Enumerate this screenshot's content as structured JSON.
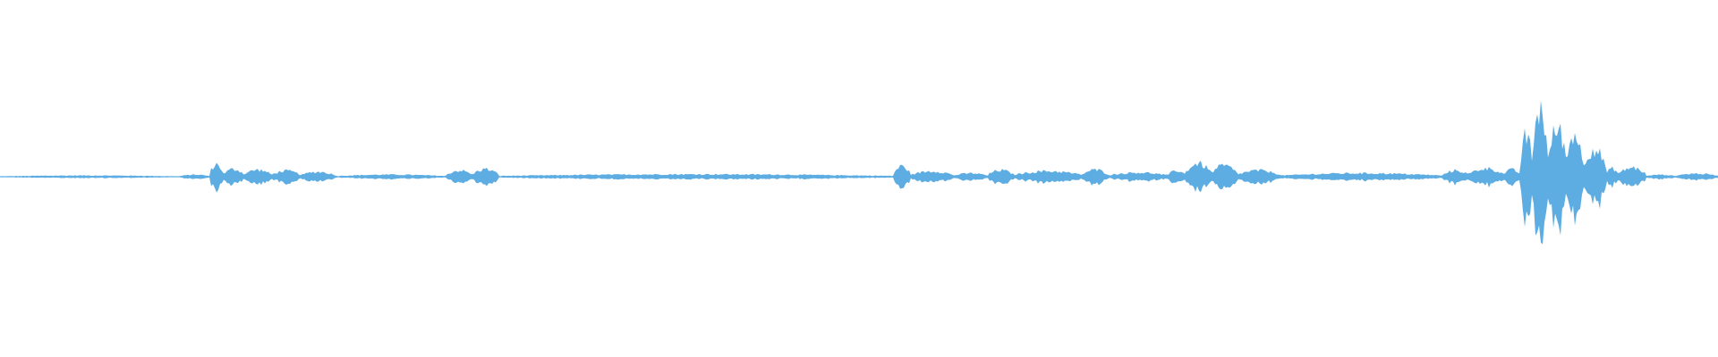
{
  "waveform": {
    "color": "#5dade2",
    "background": "#ffffff",
    "max_amplitude": 1.0,
    "segments": [
      {
        "start": 0.0,
        "end": 0.105,
        "amp": 0.018
      },
      {
        "start": 0.105,
        "end": 0.122,
        "amp": 0.03
      },
      {
        "start": 0.122,
        "end": 0.13,
        "amp": 0.18
      },
      {
        "start": 0.13,
        "end": 0.142,
        "amp": 0.11
      },
      {
        "start": 0.142,
        "end": 0.158,
        "amp": 0.1
      },
      {
        "start": 0.158,
        "end": 0.175,
        "amp": 0.085
      },
      {
        "start": 0.175,
        "end": 0.195,
        "amp": 0.07
      },
      {
        "start": 0.195,
        "end": 0.26,
        "amp": 0.03
      },
      {
        "start": 0.26,
        "end": 0.275,
        "amp": 0.09
      },
      {
        "start": 0.275,
        "end": 0.29,
        "amp": 0.11
      },
      {
        "start": 0.29,
        "end": 0.52,
        "amp": 0.035
      },
      {
        "start": 0.52,
        "end": 0.53,
        "amp": 0.15
      },
      {
        "start": 0.53,
        "end": 0.555,
        "amp": 0.08
      },
      {
        "start": 0.555,
        "end": 0.575,
        "amp": 0.05
      },
      {
        "start": 0.575,
        "end": 0.59,
        "amp": 0.095
      },
      {
        "start": 0.59,
        "end": 0.63,
        "amp": 0.08
      },
      {
        "start": 0.63,
        "end": 0.645,
        "amp": 0.1
      },
      {
        "start": 0.645,
        "end": 0.68,
        "amp": 0.06
      },
      {
        "start": 0.68,
        "end": 0.69,
        "amp": 0.09
      },
      {
        "start": 0.69,
        "end": 0.705,
        "amp": 0.19
      },
      {
        "start": 0.705,
        "end": 0.72,
        "amp": 0.16
      },
      {
        "start": 0.72,
        "end": 0.745,
        "amp": 0.09
      },
      {
        "start": 0.745,
        "end": 0.84,
        "amp": 0.05
      },
      {
        "start": 0.84,
        "end": 0.855,
        "amp": 0.09
      },
      {
        "start": 0.855,
        "end": 0.875,
        "amp": 0.12
      },
      {
        "start": 0.875,
        "end": 0.885,
        "amp": 0.1
      },
      {
        "start": 0.885,
        "end": 0.892,
        "amp": 0.6
      },
      {
        "start": 0.892,
        "end": 0.901,
        "amp": 1.0
      },
      {
        "start": 0.901,
        "end": 0.912,
        "amp": 0.7
      },
      {
        "start": 0.912,
        "end": 0.921,
        "amp": 0.65
      },
      {
        "start": 0.921,
        "end": 0.935,
        "amp": 0.4
      },
      {
        "start": 0.935,
        "end": 0.942,
        "amp": 0.12
      },
      {
        "start": 0.942,
        "end": 0.958,
        "amp": 0.13
      },
      {
        "start": 0.958,
        "end": 0.975,
        "amp": 0.03
      },
      {
        "start": 0.975,
        "end": 1.0,
        "amp": 0.045
      }
    ]
  }
}
